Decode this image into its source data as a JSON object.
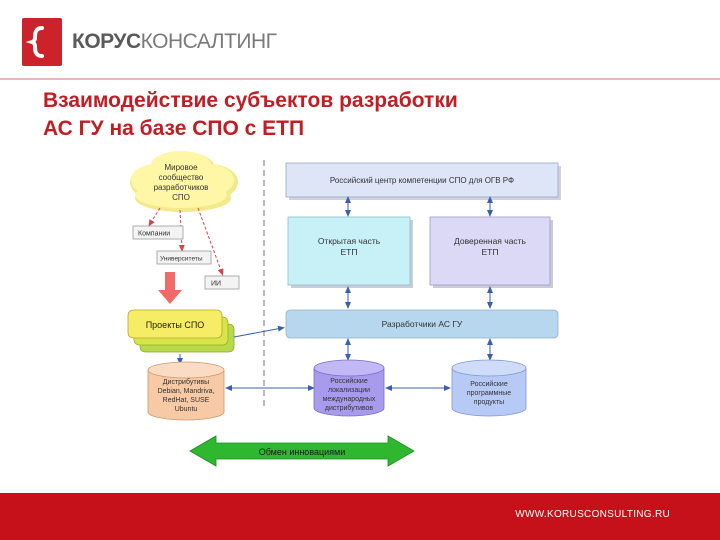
{
  "header": {
    "logo_brand": "КОРУС",
    "logo_suffix": "КОНСАЛТИНГ",
    "title_line1": "Взаимодействие субъектов разработки",
    "title_line2": "АС ГУ на базе СПО с ЕТП"
  },
  "diagram": {
    "cloud": [
      "Мировое",
      "сообщество",
      "разработчиков",
      "СПО"
    ],
    "sources": {
      "companies": "Компании",
      "universities": "Университеты",
      "individuals": "ИИ"
    },
    "projects_label": "Проекты СПО",
    "russian_center": "Российский центр компетенции СПО для ОГВ РФ",
    "open_part": [
      "Открытая часть",
      "ЕТП"
    ],
    "trusted_part": [
      "Доверенная часть",
      "ЕТП"
    ],
    "developers": "Разработчики АС ГУ",
    "cyl_distros": [
      "Дистрибутивы",
      "Debian, Mandriva,",
      "RedHat, SUSE",
      "Ubuntu"
    ],
    "cyl_intl": [
      "Российские",
      "локализации",
      "международных",
      "дистрибутивов"
    ],
    "cyl_ru": [
      "Российские",
      "программные",
      "продукты"
    ],
    "exchange": "Обмен инновациями",
    "colors": {
      "box_blue": "#dde5f7",
      "box_cyan": "#c8f1f7",
      "box_lavender": "#dcd9f6",
      "cyl_orange": "#f7c9a5",
      "cyl_purple": "#a89bee",
      "cyl_blue": "#b7caf6",
      "cloud_yellow": "#fff7a6",
      "projects_yellow": "#f7ec66",
      "exchange_green": "#2fb82f",
      "accent_red": "#c11d24"
    }
  },
  "footer": {
    "url": "WWW.KORUSCONSULTING.RU"
  }
}
